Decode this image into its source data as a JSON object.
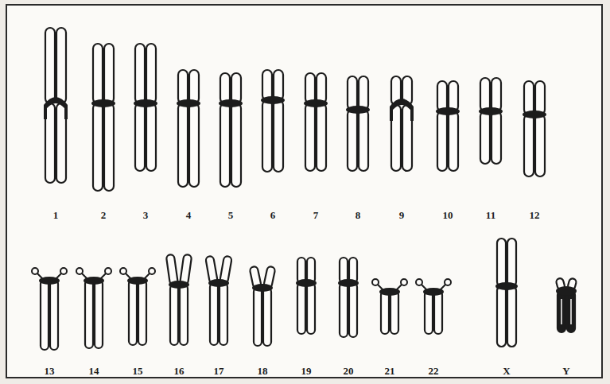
{
  "diagram": {
    "labels": [
      "1",
      "2",
      "3",
      "4",
      "5",
      "6",
      "7",
      "8",
      "9",
      "10",
      "11",
      "12",
      "13",
      "14",
      "15",
      "16",
      "17",
      "18",
      "19",
      "20",
      "21",
      "22",
      "X",
      "Y"
    ]
  }
}
